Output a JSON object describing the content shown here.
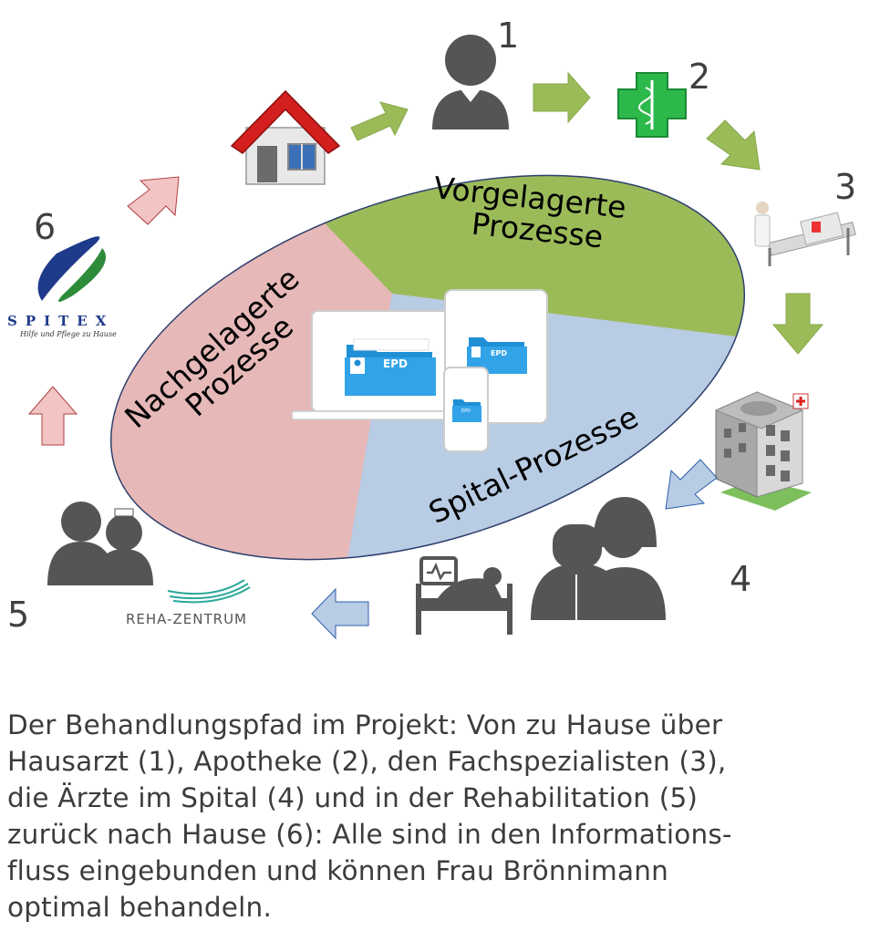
{
  "diagram": {
    "segments": {
      "pre": {
        "label_line1": "Vorgelagerte",
        "label_line2": "Prozesse",
        "color": "#9bbb59"
      },
      "hospital": {
        "label": "Spital-Prozesse",
        "color": "#b8cce4"
      },
      "post": {
        "label_line1": "Nachgelagerte",
        "label_line2": "Prozesse",
        "color": "#e6b9b8"
      }
    },
    "steps": {
      "s1": "1",
      "s2": "2",
      "s3": "3",
      "s4": "4",
      "s5": "5",
      "s6": "6"
    },
    "epd_label": "EPD",
    "spitex": {
      "brand": "SPITEX",
      "tagline": "Hilfe und Pflege zu Hause"
    },
    "reha": {
      "name": "REHA-ZENTRUM"
    },
    "colors": {
      "green_arrow": "#9bbb59",
      "blue_arrow": "#b8cce4",
      "red_arrow": "#f2c4c4",
      "icon_gray": "#555555",
      "folder_blue": "#1f8fd6"
    }
  },
  "caption": {
    "lines": [
      "Der Behandlungspfad im Projekt: Von zu Hause über",
      "Hausarzt (1), Apotheke (2), den Fachspezialisten (3),",
      "die Ärzte im Spital (4) und in der Rehabilitation (5)",
      "zurück nach Hause (6): Alle sind in den Informations-",
      "fluss eingebunden und können Frau Brönnimann",
      "optimal behandeln."
    ]
  }
}
